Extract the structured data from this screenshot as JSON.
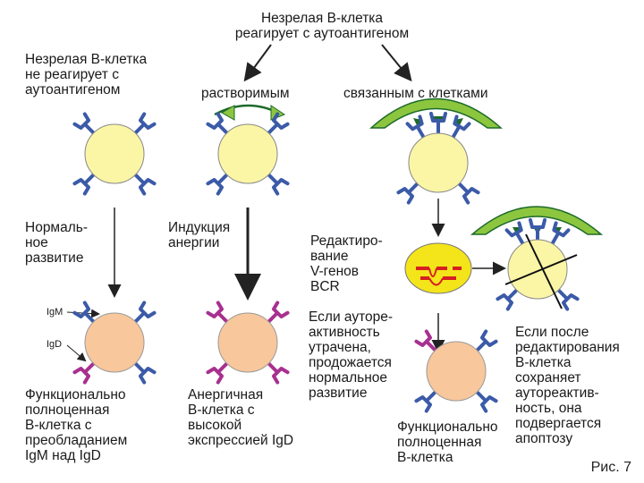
{
  "header": {
    "title": "Незрелая B-клетка\nреагирует с аутоантигеном"
  },
  "left_column": {
    "top_label": "Незрелая B-клетка\nне реагирует с\nаутоантигеном",
    "process_label": "Нормаль-\nное\nразвитие",
    "igm_label": "IgM",
    "igd_label": "IgD",
    "result_label": "Функционально\nполноценная\nB-клетка с\nпреобладанием\nIgM над IgD"
  },
  "middle_column": {
    "top_label": "растворимым",
    "process_label": "Индукция\nанергии",
    "result_label": "Анергичная\nB-клетка с\nвысокой\nэкспрессией IgD"
  },
  "right_column": {
    "top_label": "связанным с клетками",
    "editing_label": "Редактиро-\nвание\nV-генов\nBCR",
    "if_lost_label": "Если ауторе-\nактивность\nутрачена,\nпродожается\nнормальное\nразвитие",
    "result_label": "Функционально\nполноценная\nB-клетка",
    "if_kept_label": "Если после\nредактирования\nB-клетка\nсохраняет\nаутореактив-\nность, она\nподвергается\nапоптозу"
  },
  "figure_label": "Рис. 7",
  "colors": {
    "immature_cell": "#fbf6a6",
    "mature_cell": "#f8c79c",
    "igm_receptor": "#3b5aa8",
    "igd_receptor": "#a8308f",
    "antigen": "#8cc63f",
    "nucleus": "#f3e51a",
    "gene_segment": "#d62020",
    "arrow": "#222222"
  }
}
